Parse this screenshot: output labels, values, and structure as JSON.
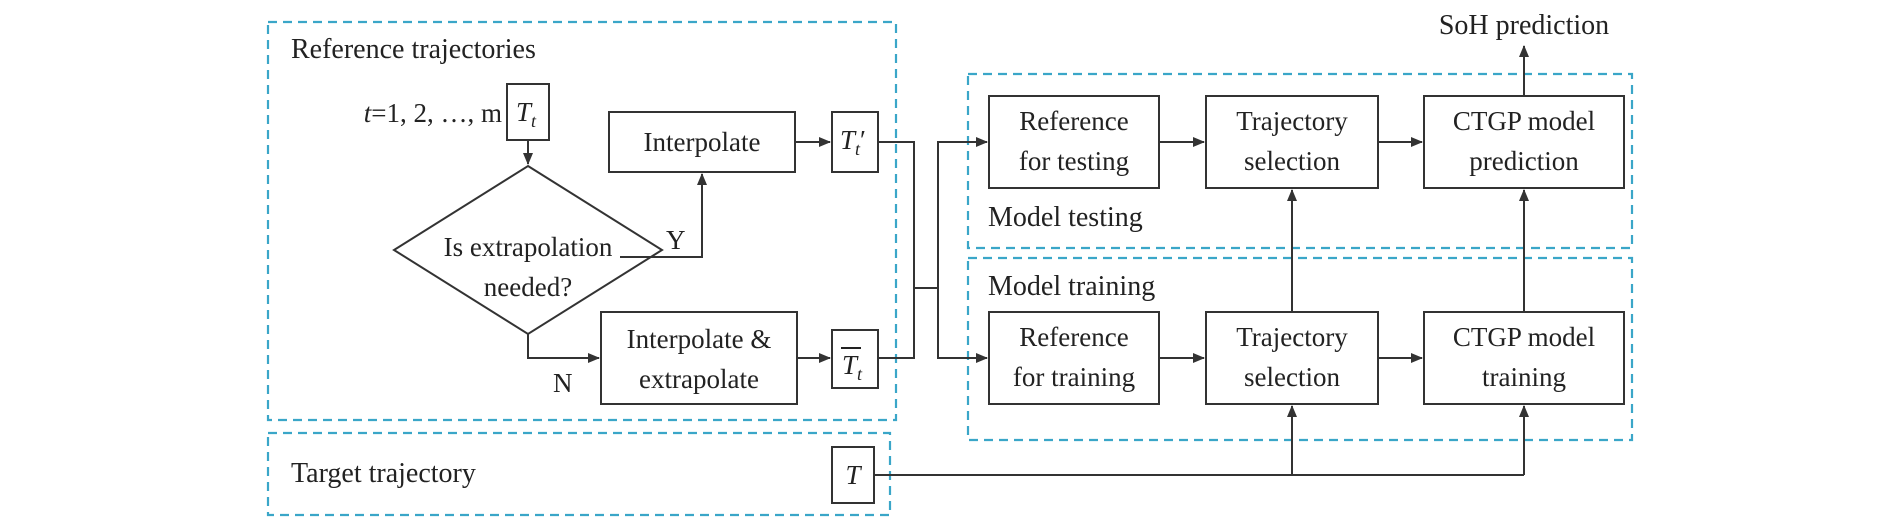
{
  "sections": {
    "reference": "Reference trajectories",
    "target": "Target trajectory",
    "testing": "Model testing",
    "training": "Model training"
  },
  "output_label": "SoH prediction",
  "loop": {
    "var": "t",
    "range": "=1, 2, …, m",
    "symbol": "T",
    "subscript": "t"
  },
  "decision": {
    "line1": "Is extrapolation",
    "line2": "needed?",
    "yes": "Y",
    "no": "N"
  },
  "nodes": {
    "interpolate": "Interpolate",
    "interp_extrap_1": "Interpolate &",
    "interp_extrap_2": "extrapolate",
    "t_prime": "T",
    "t_prime_sub": "t",
    "t_prime_mark": "′",
    "t_bar": "T",
    "t_bar_sub": "t",
    "target_symbol": "T",
    "ref_testing_1": "Reference",
    "ref_testing_2": "for testing",
    "traj_sel_test_1": "Trajectory",
    "traj_sel_test_2": "selection",
    "ctgp_pred_1": "CTGP model",
    "ctgp_pred_2": "prediction",
    "ref_training_1": "Reference",
    "ref_training_2": "for training",
    "traj_sel_train_1": "Trajectory",
    "traj_sel_train_2": "selection",
    "ctgp_train_1": "CTGP model",
    "ctgp_train_2": "training"
  }
}
